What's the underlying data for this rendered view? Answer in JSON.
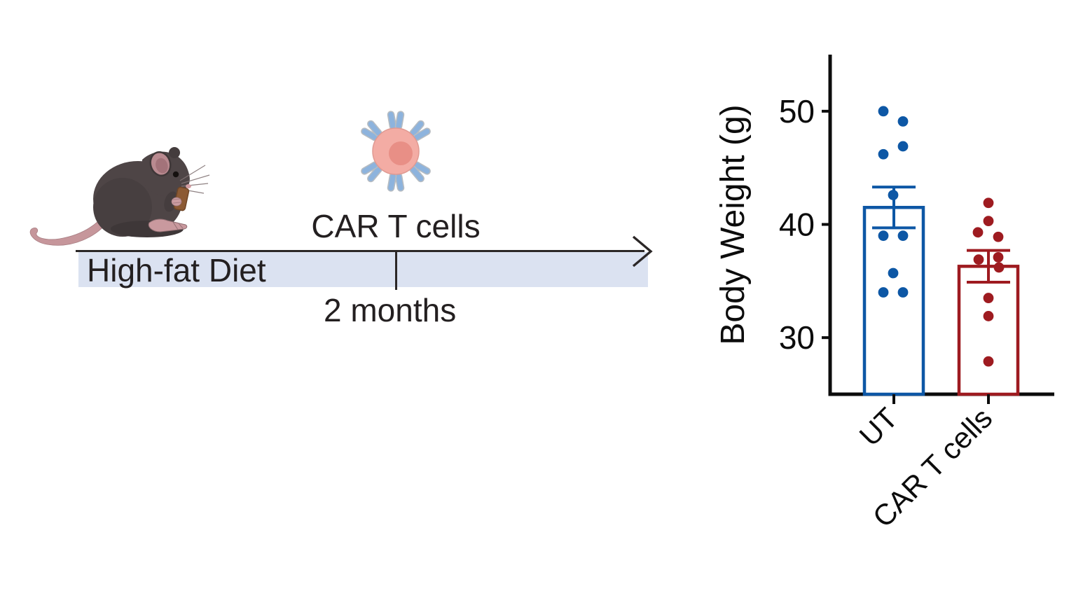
{
  "figure": {
    "background": "#ffffff",
    "text_color": "#231f20"
  },
  "timeline": {
    "diet_label": "High-fat Diet",
    "treatment_label": "CAR T cells",
    "duration_label": "2 months",
    "band_color": "#dbe2f1",
    "line_color": "#2b2727",
    "icons": {
      "mouse": "mouse-eating-icon",
      "car_t_cell": "car-t-cell-icon"
    }
  },
  "chart_data": {
    "type": "bar",
    "title": "",
    "xlabel": "",
    "ylabel": "Body Weight (g)",
    "categories": [
      "UT",
      "CAR T cells"
    ],
    "ylim": [
      25,
      55
    ],
    "yticks": [
      30,
      40,
      50
    ],
    "grid": false,
    "legend": "none",
    "error_bars": "SEM",
    "bar_fill": "#ffffff",
    "axis_color": "#0c0c0c",
    "series": [
      {
        "name": "UT",
        "color": "#0d57a5",
        "mean": 41.5,
        "sem": 1.8,
        "points": [
          {
            "v": 50.0,
            "dx": -15
          },
          {
            "v": 49.1,
            "dx": 13
          },
          {
            "v": 46.9,
            "dx": 13
          },
          {
            "v": 46.2,
            "dx": -15
          },
          {
            "v": 42.6,
            "dx": -1
          },
          {
            "v": 39.0,
            "dx": -15
          },
          {
            "v": 39.0,
            "dx": 13
          },
          {
            "v": 35.7,
            "dx": -1
          },
          {
            "v": 34.0,
            "dx": -15
          },
          {
            "v": 34.0,
            "dx": 13
          }
        ]
      },
      {
        "name": "CAR T cells",
        "color": "#9e1b20",
        "mean": 36.3,
        "sem": 1.4,
        "points": [
          {
            "v": 41.9,
            "dx": 0
          },
          {
            "v": 40.3,
            "dx": 0
          },
          {
            "v": 39.3,
            "dx": -15
          },
          {
            "v": 38.9,
            "dx": 14
          },
          {
            "v": 37.1,
            "dx": 14
          },
          {
            "v": 36.9,
            "dx": -14
          },
          {
            "v": 36.2,
            "dx": 15
          },
          {
            "v": 33.5,
            "dx": 0
          },
          {
            "v": 31.9,
            "dx": 0
          },
          {
            "v": 27.9,
            "dx": 0
          }
        ]
      }
    ]
  }
}
